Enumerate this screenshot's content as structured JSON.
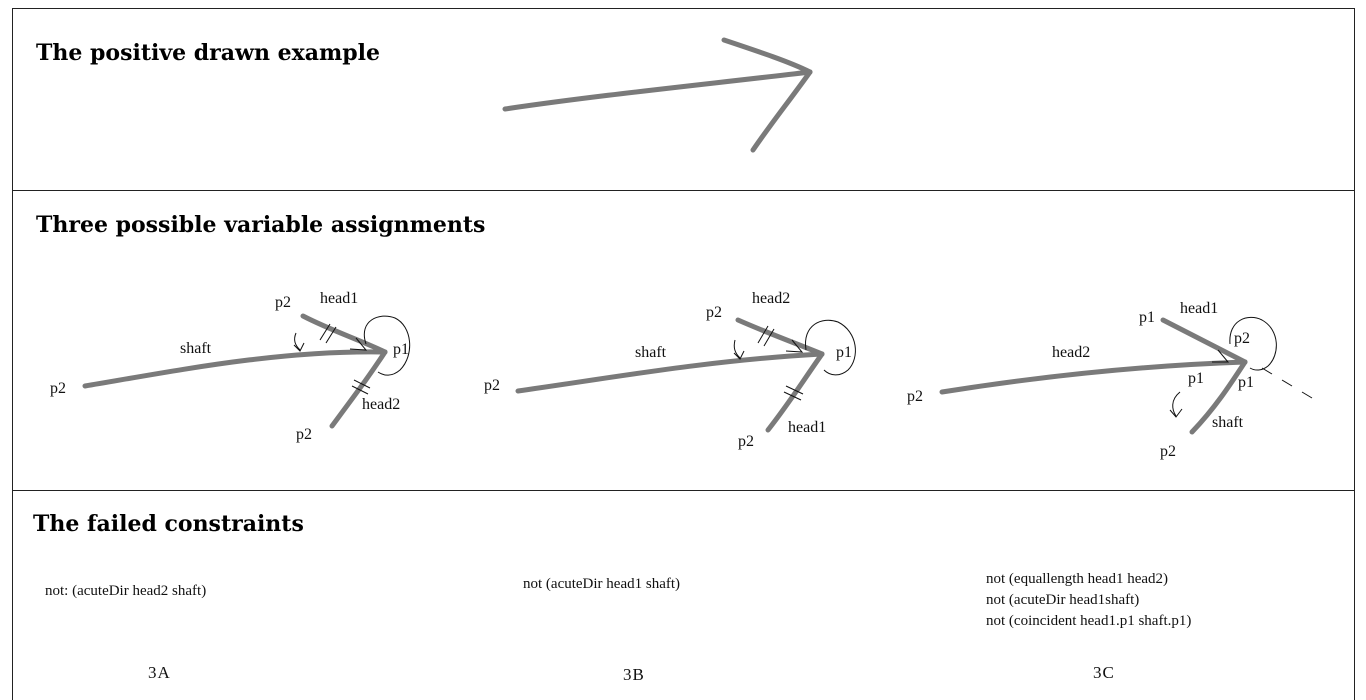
{
  "sections": {
    "positive": {
      "title": "The positive drawn example"
    },
    "assignments": {
      "title": "Three possible variable assignments"
    },
    "failed": {
      "title": "The failed constraints"
    }
  },
  "assignments": {
    "a": {
      "shaft": "shaft",
      "head_upper": "head1",
      "head_lower": "head2",
      "vertex": "p1",
      "end1": "p2",
      "end2": "p2",
      "end3": "p2"
    },
    "b": {
      "shaft": "shaft",
      "head_upper": "head2",
      "head_lower": "head1",
      "vertex": "p1",
      "end1": "p2",
      "end2": "p2",
      "end3": "p2"
    },
    "c": {
      "shaft": "head2",
      "head_upper": "head1",
      "head_lower": "shaft",
      "vertex_top": "p2",
      "p1_left": "p1",
      "p1_right": "p1",
      "end1": "p2",
      "end_upper": "p1",
      "end_lower": "p2"
    }
  },
  "constraints": {
    "a": {
      "lines": [
        "not: (acuteDir head2  shaft)"
      ],
      "tag": "3A"
    },
    "b": {
      "lines": [
        "not (acuteDir head1 shaft)"
      ],
      "tag": "3B"
    },
    "c": {
      "lines": [
        "not (equallength head1 head2)",
        "not (acuteDir head1shaft)",
        "not (coincident head1.p1 shaft.p1)"
      ],
      "tag": "3C"
    }
  },
  "colors": {
    "stroke": "#7a7a7a",
    "border": "#222222"
  }
}
